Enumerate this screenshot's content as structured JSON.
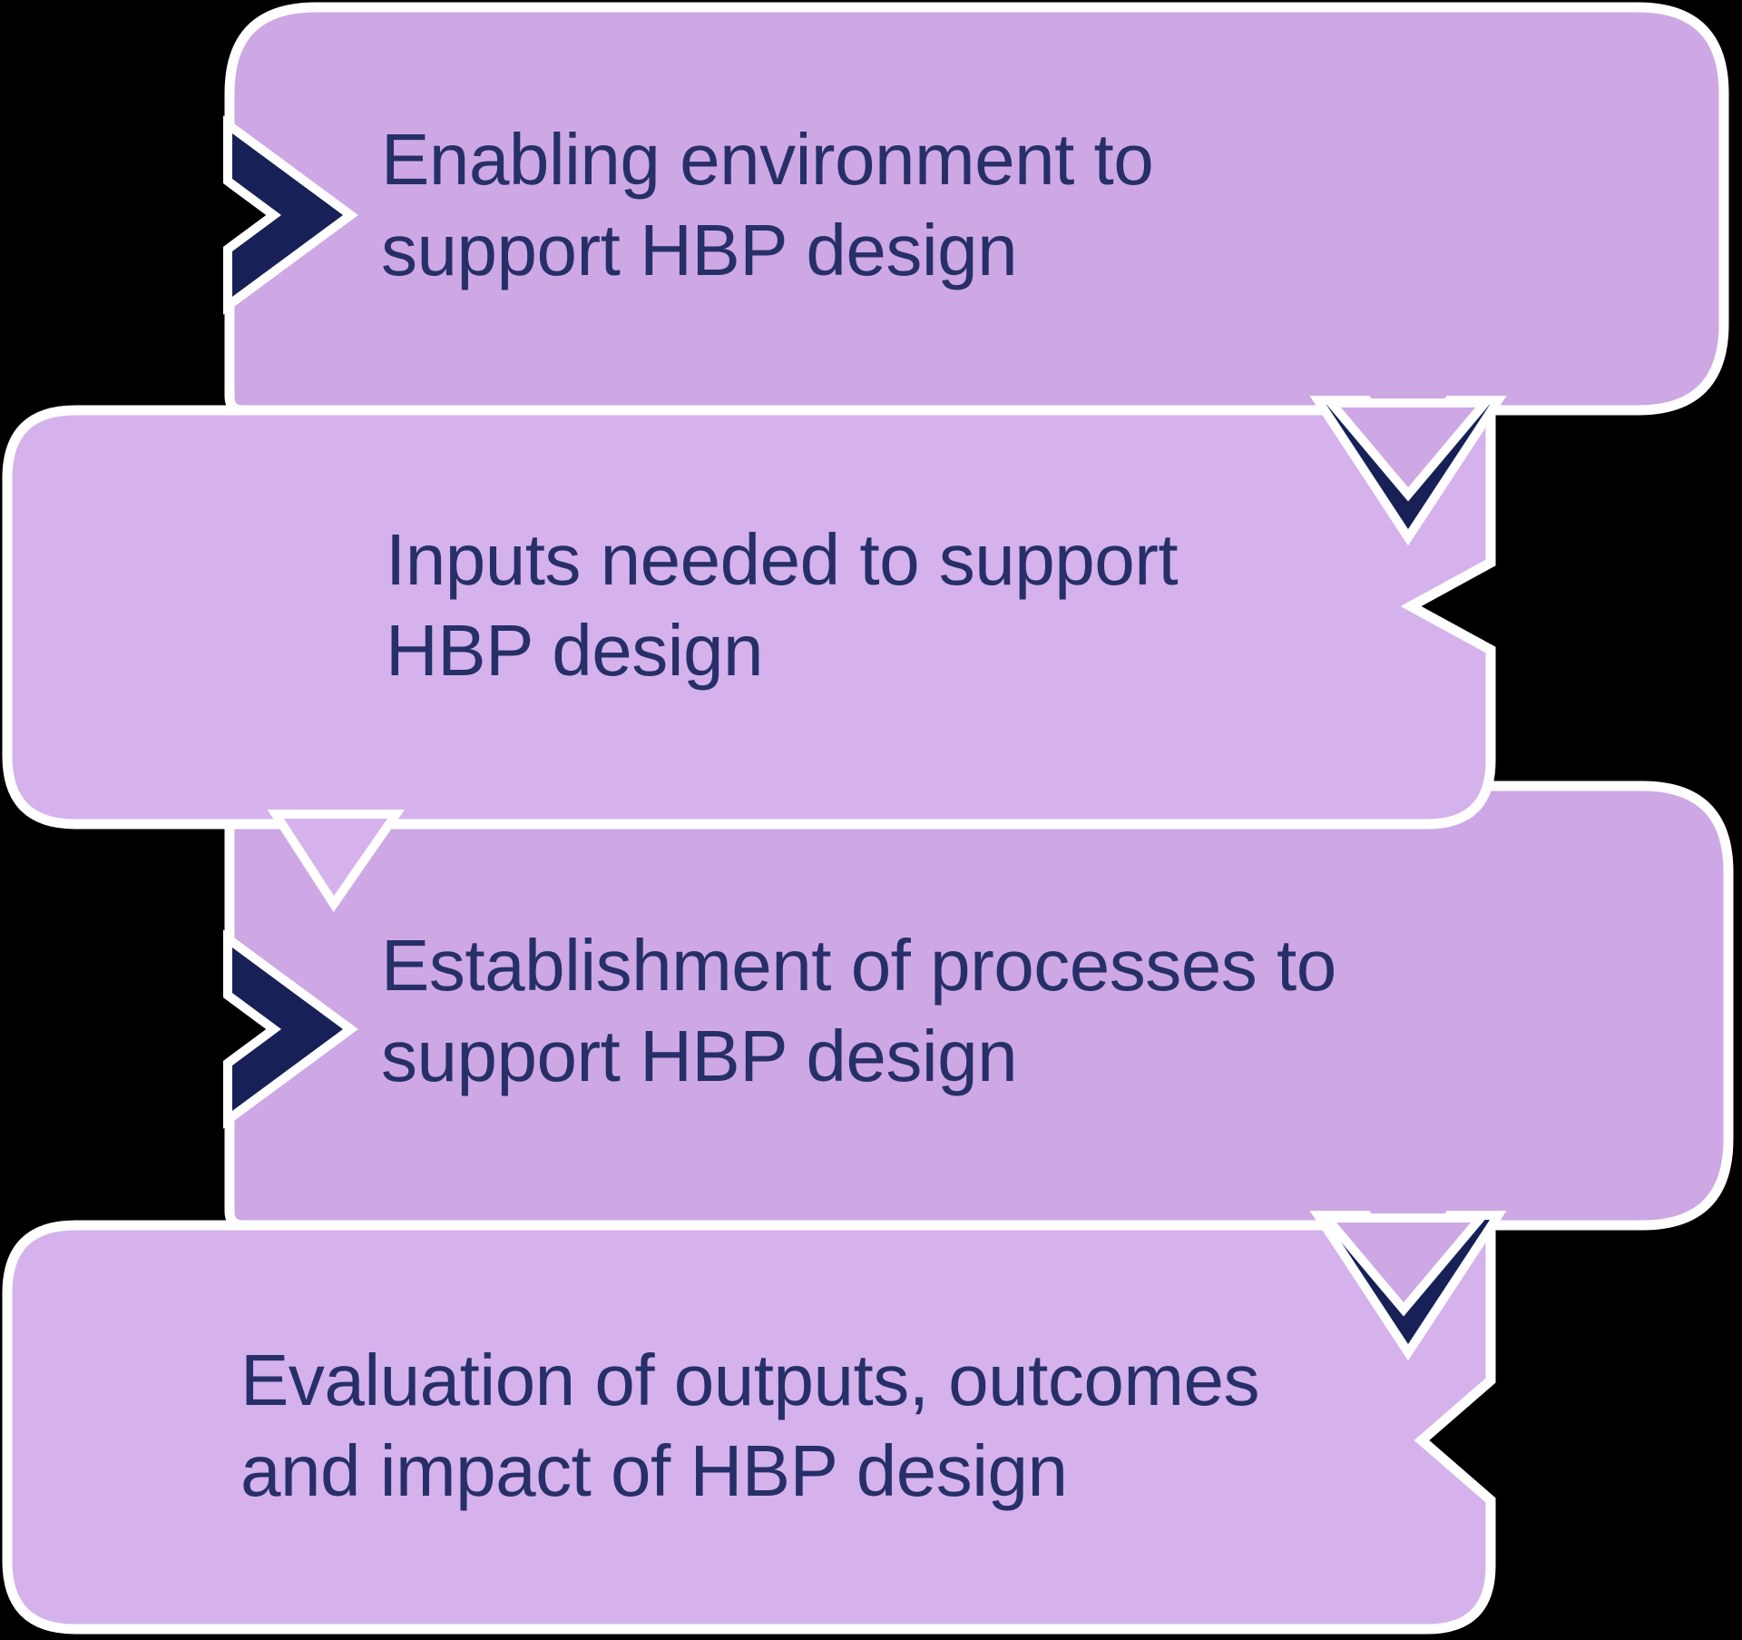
{
  "diagram": {
    "type": "process-flow",
    "background_color": "#000000",
    "outline_color": "#ffffff",
    "chevron_color": "#172158",
    "text_color": "#272f68",
    "box_color_odd": "#cda8e4",
    "box_color_even": "#d5b2ec",
    "steps": [
      {
        "label_line1": "Enabling environment to",
        "label_line2": "support HBP design",
        "marker": "chevron-right"
      },
      {
        "label_line1": "Inputs needed to support",
        "label_line2": "HBP design",
        "marker": "chevron-down"
      },
      {
        "label_line1": "Establishment of processes to",
        "label_line2": "support HBP design",
        "marker": "chevron-right"
      },
      {
        "label_line1": "Evaluation of outputs, outcomes",
        "label_line2": "and impact of HBP design",
        "marker": "chevron-down"
      }
    ]
  }
}
